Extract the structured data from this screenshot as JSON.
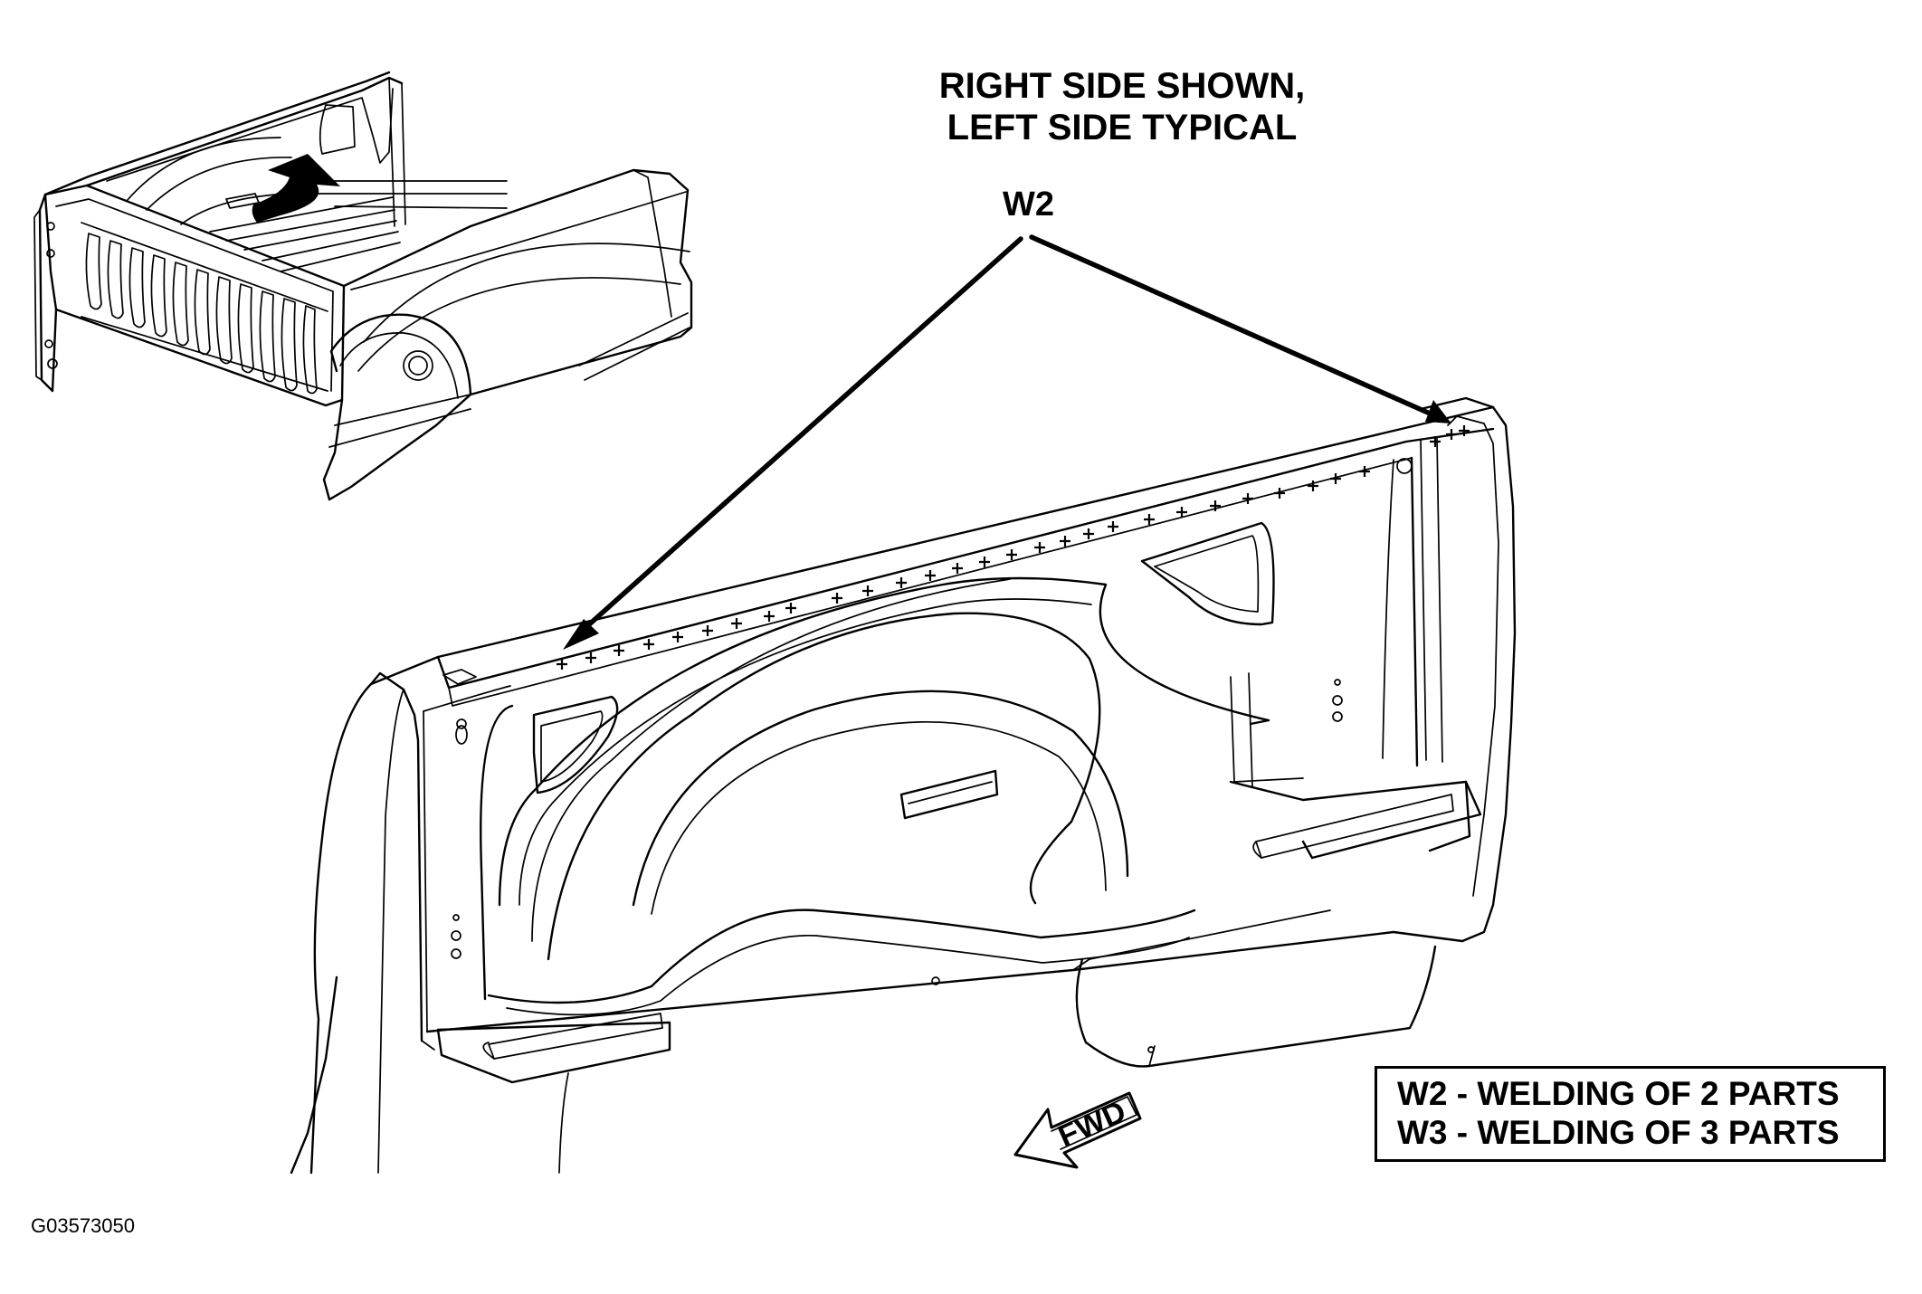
{
  "header": {
    "line1": "RIGHT SIDE SHOWN,",
    "line2": "LEFT SIDE TYPICAL"
  },
  "callout": {
    "label": "W2"
  },
  "direction": {
    "label": "FWD"
  },
  "legend": {
    "items": [
      "W2 - WELDING OF 2 PARTS",
      "W3 - WELDING OF 3 PARTS"
    ]
  },
  "figure_id": "G03573050",
  "icons": {
    "direction_arrow": "fwd-arrow-icon",
    "locator_arrow": "locator-arrow-icon"
  }
}
